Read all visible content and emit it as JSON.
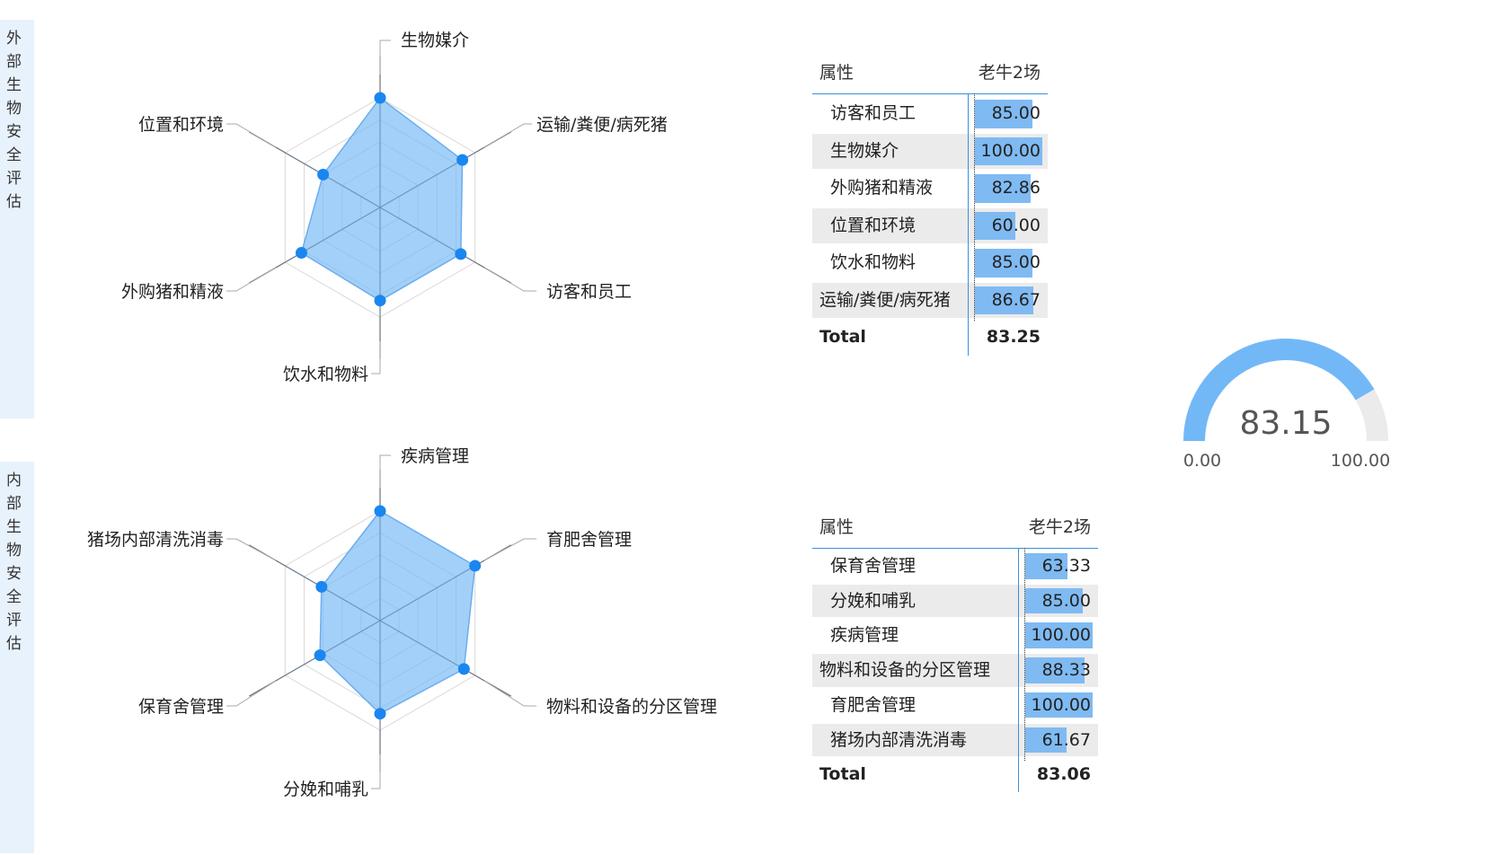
{
  "sidebar": {
    "external_label": "外部生物安全评估",
    "internal_label": "内部生物安全评估"
  },
  "colors": {
    "accent": "#1a86f0",
    "fill": "#8cc4f6",
    "bar": "#7fbaf2",
    "gauge": "#72b8f7",
    "gauge_bg": "#ebebeb"
  },
  "external_table": {
    "header_attr": "属性",
    "header_farm": "老牛2场",
    "rows": [
      {
        "label": "访客和员工",
        "value": "85.00"
      },
      {
        "label": "生物媒介",
        "value": "100.00"
      },
      {
        "label": "外购猪和精液",
        "value": "82.86"
      },
      {
        "label": "位置和环境",
        "value": "60.00"
      },
      {
        "label": "饮水和物料",
        "value": "85.00"
      },
      {
        "label": "运输/粪便/病死猪",
        "value": "86.67"
      }
    ],
    "total_label": "Total",
    "total_value": "83.25"
  },
  "internal_table": {
    "header_attr": "属性",
    "header_farm": "老牛2场",
    "rows": [
      {
        "label": "保育舍管理",
        "value": "63.33"
      },
      {
        "label": "分娩和哺乳",
        "value": "85.00"
      },
      {
        "label": "疾病管理",
        "value": "100.00"
      },
      {
        "label": "物料和设备的分区管理",
        "value": "88.33"
      },
      {
        "label": "育肥舍管理",
        "value": "100.00"
      },
      {
        "label": "猪场内部清洗消毒",
        "value": "61.67"
      }
    ],
    "total_label": "Total",
    "total_value": "83.06"
  },
  "gauge": {
    "value": 83.15,
    "value_label": "83.15",
    "min_label": "0.00",
    "max_label": "100.00",
    "min": 0,
    "max": 100
  },
  "chart_data": [
    {
      "type": "radar",
      "range": [
        0,
        100
      ],
      "axes": [
        "生物媒介",
        "运输/粪便/病死猪",
        "访客和员工",
        "饮水和物料",
        "外购猪和精液",
        "位置和环境"
      ],
      "values": [
        100.0,
        86.67,
        85.0,
        85.0,
        82.86,
        60.0
      ]
    },
    {
      "type": "radar",
      "range": [
        0,
        100
      ],
      "axes": [
        "疾病管理",
        "育肥舍管理",
        "物料和设备的分区管理",
        "分娩和哺乳",
        "保育舍管理",
        "猪场内部清洗消毒"
      ],
      "values": [
        100.0,
        100.0,
        88.33,
        85.0,
        63.33,
        61.67
      ]
    },
    {
      "type": "table",
      "columns": [
        "属性",
        "老牛2场"
      ],
      "rows": [
        [
          "访客和员工",
          85.0
        ],
        [
          "生物媒介",
          100.0
        ],
        [
          "外购猪和精液",
          82.86
        ],
        [
          "位置和环境",
          60.0
        ],
        [
          "饮水和物料",
          85.0
        ],
        [
          "运输/粪便/病死猪",
          86.67
        ]
      ],
      "total": 83.25
    },
    {
      "type": "table",
      "columns": [
        "属性",
        "老牛2场"
      ],
      "rows": [
        [
          "保育舍管理",
          63.33
        ],
        [
          "分娩和哺乳",
          85.0
        ],
        [
          "疾病管理",
          100.0
        ],
        [
          "物料和设备的分区管理",
          88.33
        ],
        [
          "育肥舍管理",
          100.0
        ],
        [
          "猪场内部清洗消毒",
          61.67
        ]
      ],
      "total": 83.06
    },
    {
      "type": "gauge",
      "value": 83.15,
      "min": 0,
      "max": 100
    }
  ]
}
